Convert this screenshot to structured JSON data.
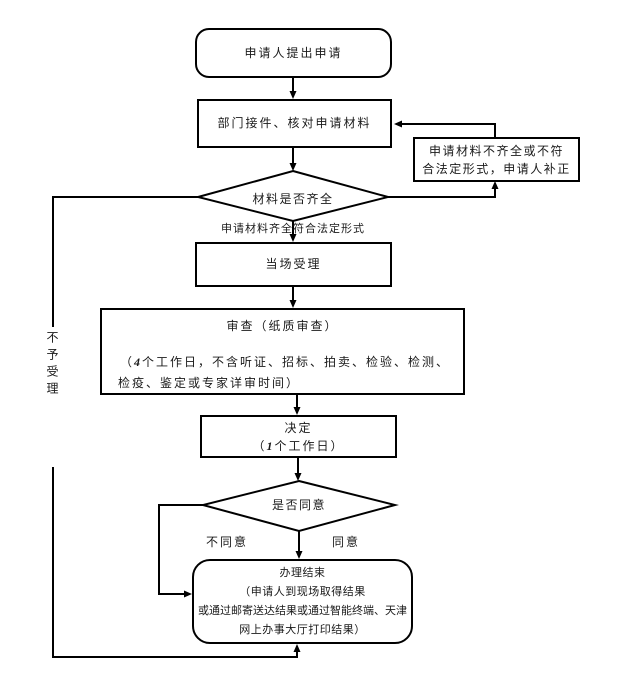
{
  "flowchart": {
    "background": "#ffffff",
    "line_color": "#000000",
    "text_color": "#1a1a1a",
    "nodes": {
      "start": {
        "label": "申请人提出申请"
      },
      "receive": {
        "label": "部门接件、核对申请材料"
      },
      "check_materials": {
        "label": "材料是否齐全"
      },
      "correction": {
        "line1": "申请材料不齐全或不符",
        "line2": "合法定形式，申请人补正"
      },
      "accept": {
        "label": "当场受理"
      },
      "review": {
        "line1": "审查（纸质审查）",
        "line2_open": "（",
        "line2_days": "4",
        "line2_rest": "个工作日，不含听证、招标、拍卖、检验、检测、",
        "line3": "检疫、鉴定或专家详审时间）"
      },
      "decide": {
        "line1": "决定",
        "line2_open": "（",
        "line2_days": "1",
        "line2_rest": "个工作日）"
      },
      "agree_check": {
        "label": "是否同意"
      },
      "result": {
        "line1": "办理结束",
        "line2": "（申请人到现场取得结果",
        "line3": "或通过邮寄送达结果或通过智能终端、天津",
        "line4": "网上办事大厅打印结果）"
      }
    },
    "edge_labels": {
      "materials_ok": "申请材料齐全符合法定形式",
      "disagree": "不同意",
      "agree": "同意",
      "not_accepted": "不予受理"
    }
  }
}
